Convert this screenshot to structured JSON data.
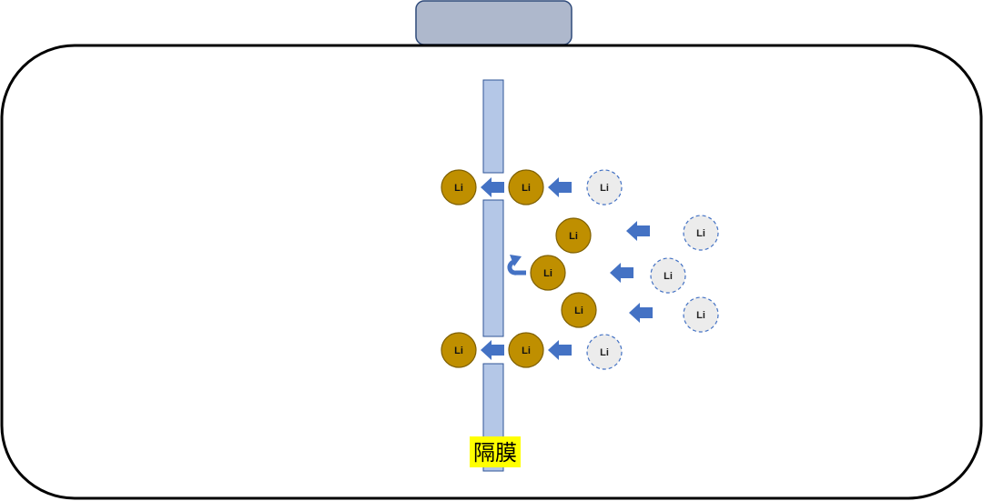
{
  "diagram": {
    "ion_label": "Li",
    "separator_label": "隔膜",
    "colors": {
      "cell_outline": "#000000",
      "terminal_fill": "#aeb8cc",
      "terminal_stroke": "#2f4a7a",
      "separator_fill": "#b4c7e7",
      "separator_stroke": "#2f5597",
      "ion_fill": "#bf8f00",
      "ion_stroke": "#7f6000",
      "ghost_fill": "#ececec",
      "ghost_stroke": "#4472c4",
      "arrow_fill": "#4472c4",
      "label_highlight": "#ffff00"
    },
    "ions": {
      "passed_through": 2,
      "at_separator": 2,
      "blocked": 3,
      "incoming": 5
    }
  }
}
